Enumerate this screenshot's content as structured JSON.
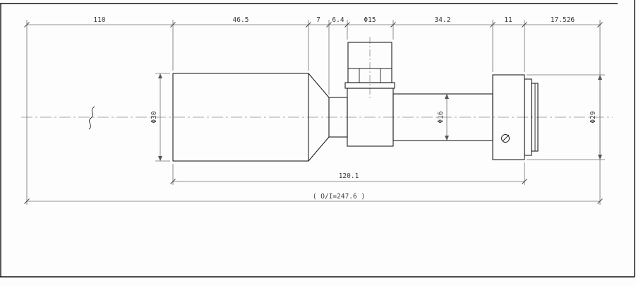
{
  "colors": {
    "outline": "#1f1f1f",
    "dimension_lines": "#6e6e6e",
    "background": "#fdfdfd"
  },
  "top_dimension_chain": {
    "segments": [
      "110",
      "46.5",
      "7",
      "6.4",
      "Φ15",
      "34.2",
      "11",
      "17.526"
    ]
  },
  "diameter_dimensions": {
    "body": "Φ30",
    "shaft": "Φ16",
    "rear": "Φ29"
  },
  "bottom_dimensions": {
    "section_length": "120.1",
    "overall": "( O/I=247.6 )"
  }
}
